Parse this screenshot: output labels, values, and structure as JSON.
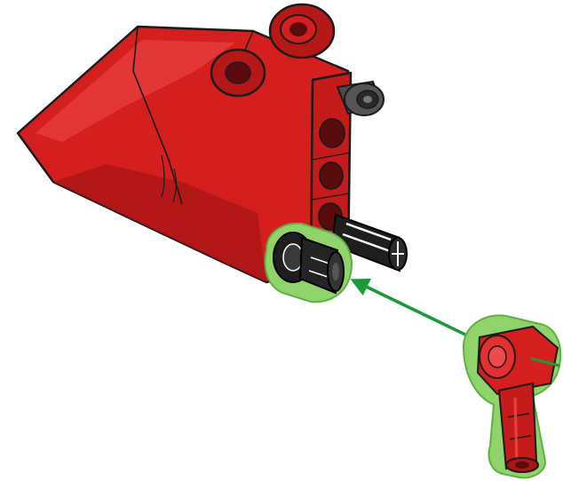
{
  "illustration": {
    "kind": "assembly-instruction",
    "colors": {
      "part_red": "#d51f1f",
      "part_red_dark": "#8a0e0e",
      "part_red_light": "#ee4a4a",
      "pin_black": "#1e1e1e",
      "axle_gray": "#4a4a4a",
      "outline": "#1a1a1a",
      "highlight_green": "#8fd46a",
      "arrow_green": "#1a9a3a",
      "background": "#ffffff"
    },
    "parts": [
      {
        "name": "red-panel-assembly",
        "color": "red"
      },
      {
        "name": "black-friction-pin",
        "color": "black"
      },
      {
        "name": "black-axle-stub",
        "color": "black"
      },
      {
        "name": "gray-connector-top",
        "color": "gray"
      },
      {
        "name": "red-angle-connector",
        "color": "red",
        "highlighted": true
      }
    ]
  }
}
